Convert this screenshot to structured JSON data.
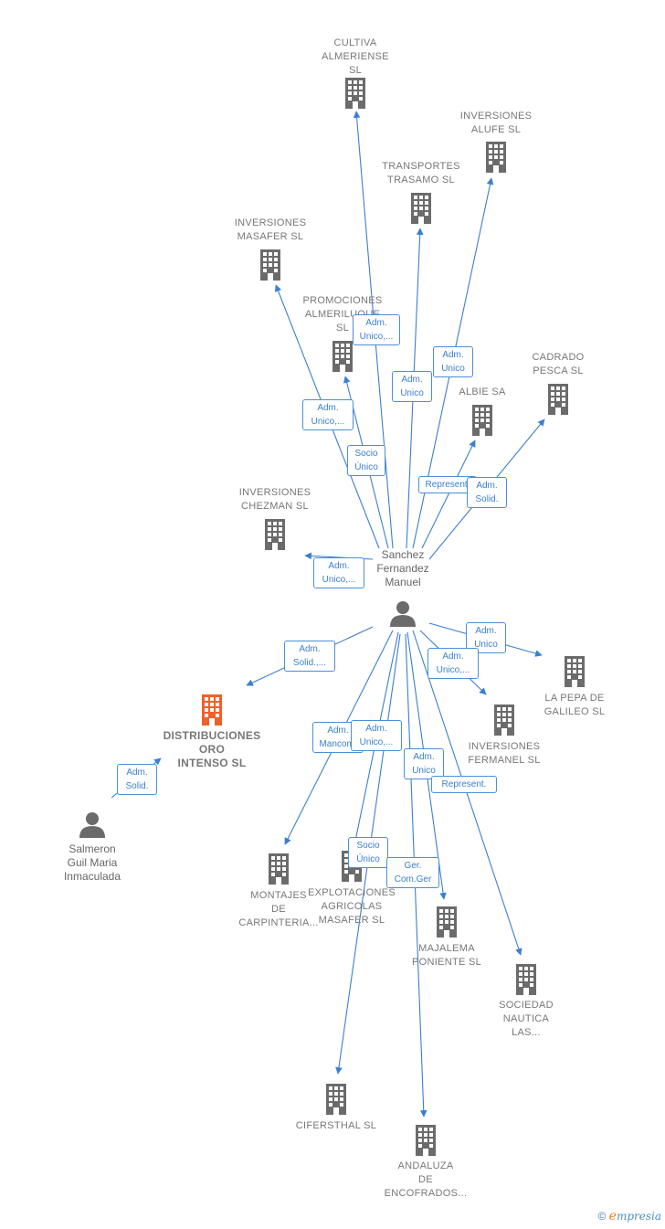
{
  "colors": {
    "edge": "#3b7fd0",
    "company": "#6b6b6b",
    "highlight": "#f0602a",
    "person": "#6b6b6b"
  },
  "center_person": {
    "label": [
      "Sanchez",
      "Fernandez",
      "Manuel"
    ]
  },
  "other_person": {
    "label": [
      "Salmeron",
      "Guil Maria",
      "Inmaculada"
    ]
  },
  "companies": [
    {
      "id": "cultiva",
      "label": [
        "CULTIVA",
        "ALMERIENSE",
        "SL"
      ]
    },
    {
      "id": "alufe",
      "label": [
        "INVERSIONES",
        "ALUFE  SL"
      ]
    },
    {
      "id": "trasamo",
      "label": [
        "TRANSPORTES",
        "TRASAMO SL"
      ]
    },
    {
      "id": "masafer",
      "label": [
        "INVERSIONES",
        "MASAFER  SL"
      ]
    },
    {
      "id": "promociones",
      "label": [
        "PROMOCIONES",
        "ALMERILUQUE",
        "SL"
      ]
    },
    {
      "id": "cadrado",
      "label": [
        "CADRADO",
        "PESCA  SL"
      ]
    },
    {
      "id": "albie",
      "label": [
        "ALBIE SA"
      ]
    },
    {
      "id": "chezman",
      "label": [
        "INVERSIONES",
        "CHEZMAN  SL"
      ]
    },
    {
      "id": "pepa",
      "label": [
        "LA PEPA DE",
        "GALILEO  SL"
      ]
    },
    {
      "id": "fermanel",
      "label": [
        "INVERSIONES",
        "FERMANEL  SL"
      ]
    },
    {
      "id": "distribuciones",
      "label": [
        "DISTRIBUCIONES",
        "ORO",
        "INTENSO  SL"
      ],
      "highlight": true
    },
    {
      "id": "montajes",
      "label": [
        "MONTAJES",
        "DE",
        "CARPINTERIA..."
      ]
    },
    {
      "id": "explotaciones",
      "label": [
        "EXPLOTACIONES",
        "AGRICOLAS",
        "MASAFER  SL"
      ]
    },
    {
      "id": "majalema",
      "label": [
        "MAJALEMA",
        "PONIENTE  SL"
      ]
    },
    {
      "id": "sociedad",
      "label": [
        "SOCIEDAD",
        "NAUTICA",
        "LAS..."
      ]
    },
    {
      "id": "cifersthal",
      "label": [
        "CIFERSTHAL SL"
      ]
    },
    {
      "id": "andaluza",
      "label": [
        "ANDALUZA",
        "DE",
        "ENCOFRADOS..."
      ]
    }
  ],
  "relations": [
    {
      "id": "r-cultiva",
      "label": [
        "Adm.",
        "Unico,..."
      ]
    },
    {
      "id": "r-trasamo",
      "label": [
        "Adm.",
        "Unico"
      ]
    },
    {
      "id": "r-alufe",
      "label": [
        "Adm.",
        "Unico"
      ]
    },
    {
      "id": "r-masafer",
      "label": [
        "Adm.",
        "Unico,..."
      ]
    },
    {
      "id": "r-promociones",
      "label": [
        "Socio",
        "Único"
      ]
    },
    {
      "id": "r-albie",
      "label": [
        "Represent."
      ]
    },
    {
      "id": "r-cadrado",
      "label": [
        "Adm.",
        "Solid."
      ]
    },
    {
      "id": "r-chezman",
      "label": [
        "Adm.",
        "Unico,..."
      ]
    },
    {
      "id": "r-pepa",
      "label": [
        "Adm.",
        "Unico"
      ]
    },
    {
      "id": "r-fermanel",
      "label": [
        "Adm.",
        "Unico,..."
      ]
    },
    {
      "id": "r-distribuciones",
      "label": [
        "Adm.",
        "Solid.,..."
      ]
    },
    {
      "id": "r-salmeron",
      "label": [
        "Adm.",
        "Solid."
      ]
    },
    {
      "id": "r-montajes",
      "label": [
        "Adm.",
        "Mancom."
      ]
    },
    {
      "id": "r-explotaciones",
      "label": [
        "Adm.",
        "Unico,..."
      ]
    },
    {
      "id": "r-majalema",
      "label": [
        "Adm.",
        "Unico"
      ]
    },
    {
      "id": "r-sociedad",
      "label": [
        "Represent."
      ]
    },
    {
      "id": "r-cifersthal",
      "label": [
        "Socio",
        "Único"
      ]
    },
    {
      "id": "r-andaluza",
      "label": [
        "Ger.",
        "Com.Ger"
      ]
    }
  ],
  "footer": {
    "copyright": "©",
    "brand_initial": "e",
    "brand_rest": "mpresia"
  }
}
